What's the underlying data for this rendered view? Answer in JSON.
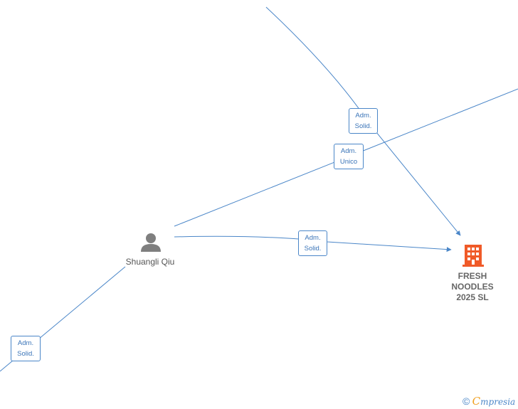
{
  "colors": {
    "edge": "#4a86c8",
    "person_icon": "#7f7f7f",
    "company_icon": "#f05a28",
    "label_text": "#3a74b8"
  },
  "nodes": {
    "person": {
      "name": "Shuangli Qiu",
      "icon": "person-icon"
    },
    "company": {
      "line1": "FRESH",
      "line2": "NOODLES",
      "line3": "2025  SL",
      "icon": "building-icon"
    }
  },
  "edges": [
    {
      "line1": "Adm.",
      "line2": "Solid."
    },
    {
      "line1": "Adm.",
      "line2": "Unico"
    },
    {
      "line1": "Adm.",
      "line2": "Solid."
    },
    {
      "line1": "Adm.",
      "line2": "Solid."
    }
  ],
  "footer": {
    "copyright": "©",
    "brand_initial": "C",
    "brand_rest": "mpresia"
  }
}
